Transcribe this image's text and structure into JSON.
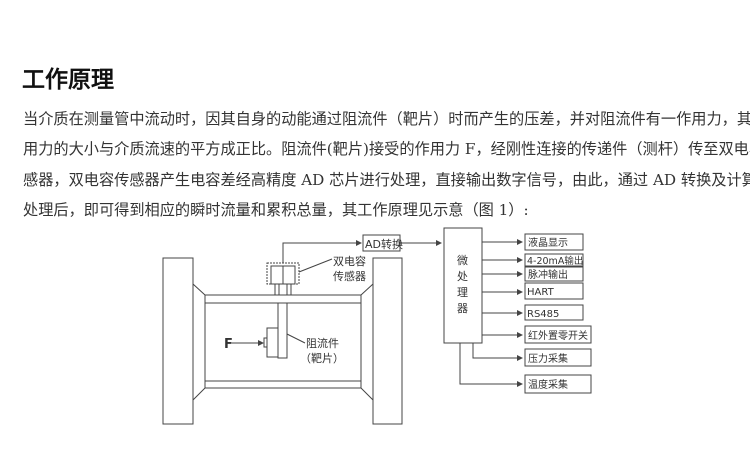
{
  "title": "工作原理",
  "paragraph": [
    "当介质在测量管中流动时，因其自身的动能通过阻流件（靶片）时而产生的压差，并对阻流件有一作用力，其作",
    "用力的大小与介质流速的平方成正比。阻流件(靶片)接受的作用力 F，经刚性连接的传递件（测杆）传至双电容传",
    "感器，双电容传感器产生电容差经高精度 AD 芯片进行处理，直接输出数字信号，由此，通过 AD 转换及计算机",
    "处理后，即可得到相应的瞬时流量和累积总量，其工作原理见示意（图 1）:"
  ],
  "diagram": {
    "force_label": "F",
    "sensor_label": [
      "双电容",
      "传感器"
    ],
    "target_label": [
      "阻流件",
      "（靶片）"
    ],
    "ad_label": "AD转换",
    "processor_label": [
      "微",
      "处",
      "理",
      "器"
    ],
    "outputs": [
      "液晶显示",
      "4-20mA输出",
      "脉冲输出",
      "HART",
      "RS485",
      "红外置零开关"
    ],
    "inputs": [
      "压力采集",
      "温度采集"
    ]
  }
}
